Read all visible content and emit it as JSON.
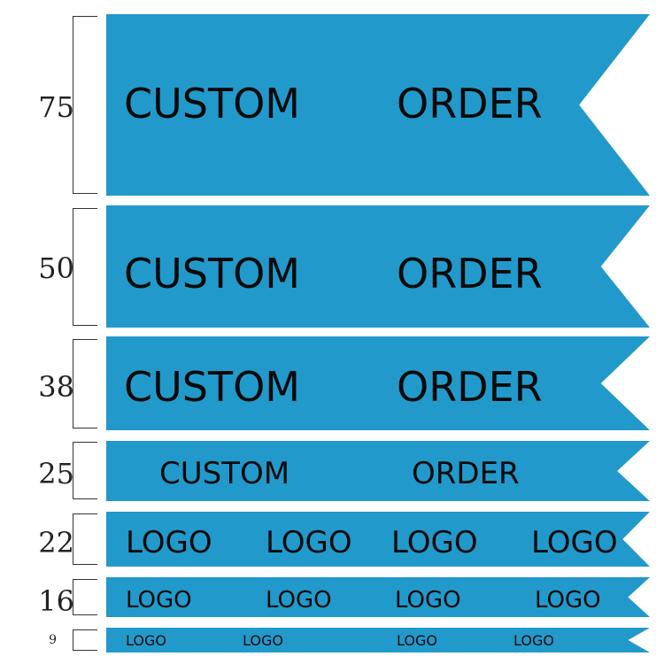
{
  "colors": {
    "ribbon": "#2299cb",
    "text": "#0a0a0a"
  },
  "rows": [
    {
      "size": "75",
      "texts": [
        "CUSTOM",
        "ORDER"
      ]
    },
    {
      "size": "50",
      "texts": [
        "CUSTOM",
        "ORDER"
      ]
    },
    {
      "size": "38",
      "texts": [
        "CUSTOM",
        "ORDER"
      ]
    },
    {
      "size": "25",
      "texts": [
        "CUSTOM",
        "ORDER"
      ]
    },
    {
      "size": "22",
      "texts": [
        "LOGO",
        "LOGO",
        "LOGO",
        "LOGO"
      ]
    },
    {
      "size": "16",
      "texts": [
        "LOGO",
        "LOGO",
        "LOGO",
        "LOGO"
      ]
    },
    {
      "size": "9",
      "texts": [
        "LOGO",
        "LOGO",
        "LOGO",
        "LOGO"
      ]
    }
  ]
}
